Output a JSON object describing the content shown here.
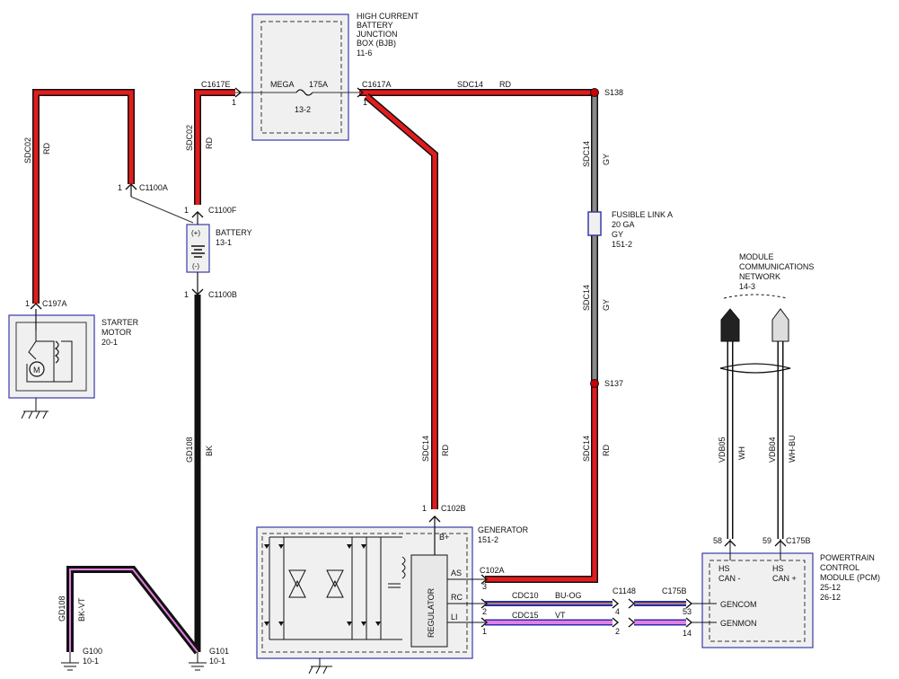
{
  "components": {
    "bjb": {
      "lines": [
        "HIGH CURRENT",
        "BATTERY",
        "JUNCTION",
        "BOX (BJB)",
        "11-6"
      ],
      "fuse_name": "MEGA",
      "fuse_rating": "175A",
      "fuse_ref": "13-2"
    },
    "battery": {
      "lines": [
        "BATTERY",
        "13-1"
      ],
      "plus": "(+)",
      "minus": "(-)"
    },
    "starter": {
      "lines": [
        "STARTER",
        "MOTOR",
        "20-1"
      ]
    },
    "fusible_link": {
      "lines": [
        "FUSIBLE LINK A",
        "20 GA",
        "GY",
        "151-2"
      ]
    },
    "mcn": {
      "lines": [
        "MODULE",
        "COMMUNICATIONS",
        "NETWORK",
        "14-3"
      ]
    },
    "generator": {
      "lines": [
        "GENERATOR",
        "151-2"
      ],
      "regulator": "REGULATOR",
      "pins": {
        "bplus": "B+",
        "as": "AS",
        "rc": "RC",
        "li": "LI"
      }
    },
    "pcm": {
      "lines": [
        "POWERTRAIN",
        "CONTROL",
        "MODULE (PCM)",
        "25-12",
        "26-12"
      ],
      "can_minus": [
        "HS",
        "CAN -"
      ],
      "can_plus": [
        "HS",
        "CAN +"
      ],
      "gencom": "GENCOM",
      "genmon": "GENMON"
    }
  },
  "connectors": {
    "c1617e": "C1617E",
    "c1617a": "C1617A",
    "c1100a": "C1100A",
    "c1100f": "C1100F",
    "c1100b": "C1100B",
    "c197a": "C197A",
    "c102b": "C102B",
    "c102a": "C102A",
    "c1148": "C1148",
    "c175b_a": "C175B",
    "c175b_b": "C175B",
    "pin_1": "1",
    "pin_2": "2",
    "pin_3": "3",
    "pin_4": "4",
    "pin_14": "14",
    "pin_53": "53",
    "pin_58": "58",
    "pin_59": "59"
  },
  "splices": {
    "s138": "S138",
    "s137": "S137"
  },
  "grounds": {
    "g100": [
      "G100",
      "10-1"
    ],
    "g101": [
      "G101",
      "10-1"
    ]
  },
  "circuits": {
    "sdc02": "SDC02",
    "sdc14": "SDC14",
    "gd108": "GD108",
    "cdc10": "CDC10",
    "cdc15": "CDC15",
    "vdb05": "VDB05",
    "vdb04": "VDB04",
    "rd": "RD",
    "gy": "GY",
    "bk": "BK",
    "bkvt": "BK-VT",
    "buog": "BU-OG",
    "vt": "VT",
    "wh": "WH",
    "whbu": "WH-BU"
  },
  "colors": {
    "red": "#e21c1c",
    "gray": "#8a8a8a",
    "black": "#111111",
    "violet": "#e27fe0",
    "blue": "#2b2bb0",
    "white": "#ffffff"
  }
}
